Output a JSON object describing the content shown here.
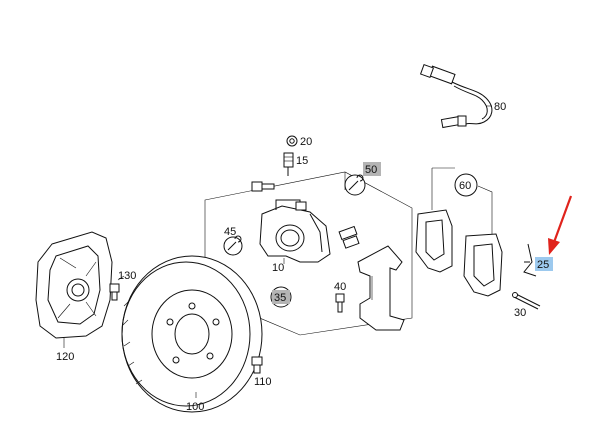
{
  "diagram": {
    "parts": {
      "p20": "20",
      "p15": "15",
      "p50": "50",
      "p45": "45",
      "p10": "10",
      "p35": "35",
      "p40": "40",
      "p60": "60",
      "p80": "80",
      "p25": "25",
      "p30": "30",
      "p130": "130",
      "p120": "120",
      "p110": "110",
      "p100": "100"
    },
    "colors": {
      "line": "#111111",
      "gray_badge": "#b4b4b4",
      "blue_badge": "#9cc9ee",
      "arrow": "#e0231c"
    },
    "icons": {
      "wrench": "wrench-icon",
      "arrow": "red-arrow-icon"
    }
  }
}
